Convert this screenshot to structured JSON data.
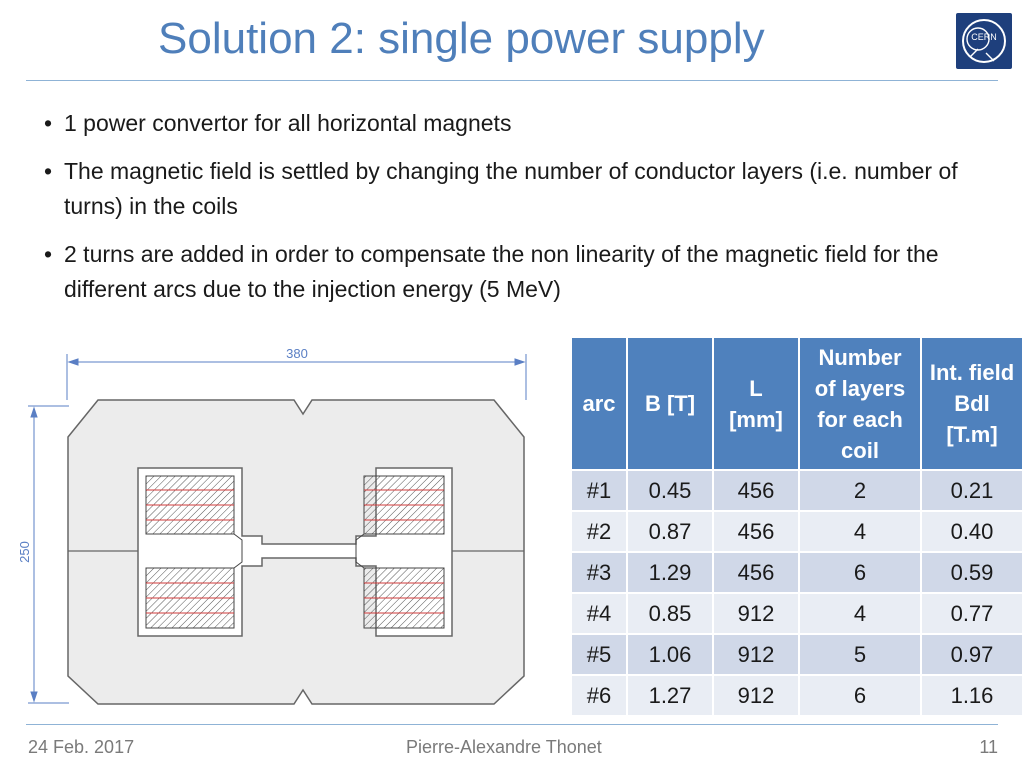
{
  "slide": {
    "title": "Solution 2: single power supply",
    "logo_text": "CERN",
    "bullets": [
      "1 power convertor for all horizontal magnets",
      "The magnetic field is settled by changing the number of conductor layers (i.e. number of turns) in the coils",
      "2 turns are added in order to compensate the non linearity of the magnetic field for the different arcs due to the injection energy (5 MeV)"
    ]
  },
  "drawing": {
    "width_label": "380",
    "height_label": "250"
  },
  "table": {
    "headers": [
      "arc",
      "B [T]",
      "L [mm]",
      "Number of layers for each coil",
      "Int. field Bdl [T.m]"
    ],
    "rows": [
      [
        "#1",
        "0.45",
        "456",
        "2",
        "0.21"
      ],
      [
        "#2",
        "0.87",
        "456",
        "4",
        "0.40"
      ],
      [
        "#3",
        "1.29",
        "456",
        "6",
        "0.59"
      ],
      [
        "#4",
        "0.85",
        "912",
        "4",
        "0.77"
      ],
      [
        "#5",
        "1.06",
        "912",
        "5",
        "0.97"
      ],
      [
        "#6",
        "1.27",
        "912",
        "6",
        "1.16"
      ]
    ]
  },
  "footer": {
    "date": "24 Feb. 2017",
    "author": "Pierre-Alexandre Thonet",
    "page": "11"
  },
  "colors": {
    "title": "#4f7fba",
    "header_fill": "#4f81bd",
    "row_dark": "#d0d8e8",
    "row_light": "#e9edf4",
    "logo": "#1e3f7c"
  }
}
